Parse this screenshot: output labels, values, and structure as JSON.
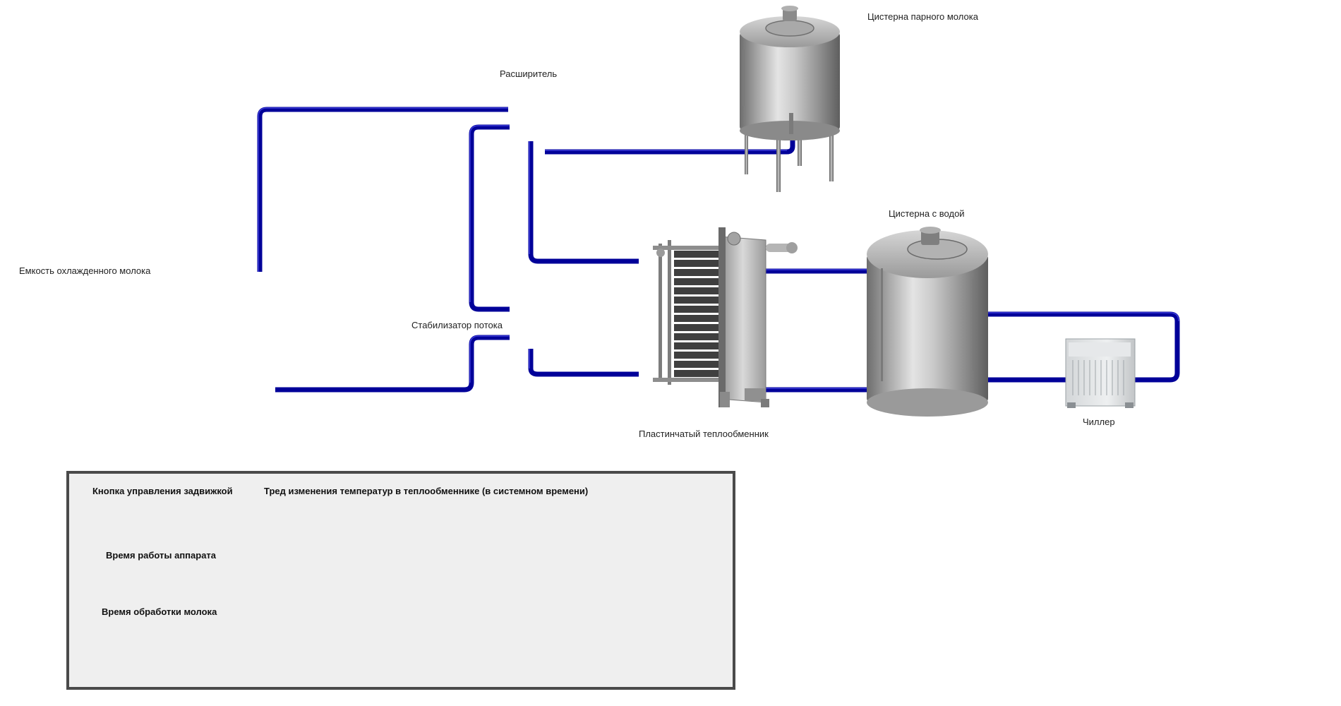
{
  "labels": {
    "raw_milk_tank": "Цистерна парного молока",
    "expander": "Расширитель",
    "water_tank": "Цистерна с водой",
    "chilled_milk_tank": "Емкость охлажденного молока",
    "flow_stabilizer": "Стабилизатор потока",
    "heat_exchanger": "Пластинчатый теплообменник",
    "chiller": "Чиллер"
  },
  "panel": {
    "valve_button_label": "Кнопка управления задвижкой",
    "trend_title": "Тред изменения температур в теплообменнике (в системном времени)",
    "runtime_label": "Время работы аппарата",
    "processing_time_label": "Время обработки молока"
  },
  "colors": {
    "pipe": "#000099",
    "pipe_highlight": "#3a3ad6",
    "tank_steel": "#b9b9b9",
    "panel_bg": "#efefef",
    "panel_border": "#4a4a4a"
  }
}
